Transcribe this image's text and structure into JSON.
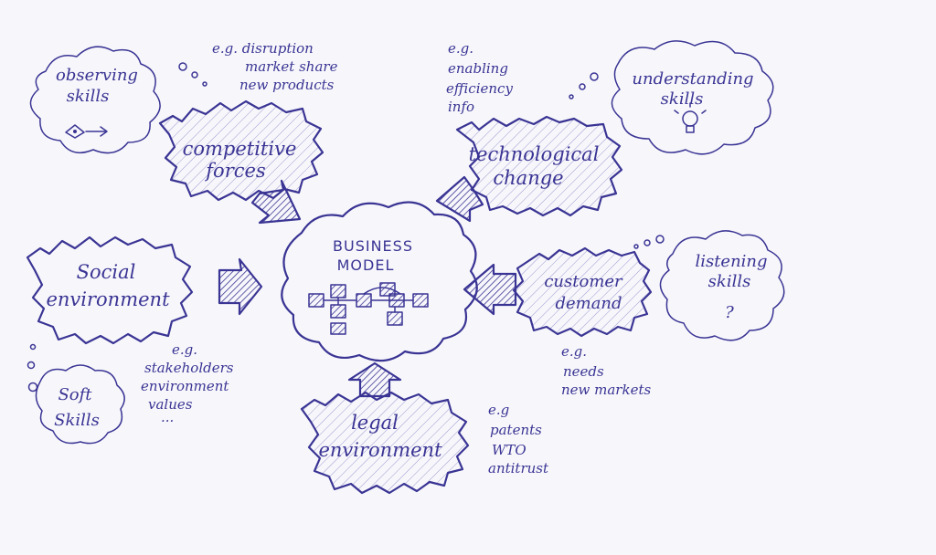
{
  "ink_color": "#3a3494",
  "paper_color": "#f7f7fb",
  "center": {
    "line1": "BUSINESS",
    "line2": "MODEL"
  },
  "forces": {
    "competitive": {
      "line1": "competitive",
      "line2": "forces",
      "examples": [
        "e.g. disruption",
        "market share",
        "new products"
      ]
    },
    "technological": {
      "line1": "technological",
      "line2": "change",
      "examples": [
        "e.g.",
        "enabling",
        "efficiency",
        "info"
      ]
    },
    "social": {
      "line1": "Social",
      "line2": "environment",
      "examples": [
        "e.g.",
        "stakeholders",
        "environment",
        "values",
        "..."
      ]
    },
    "customer": {
      "line1": "customer",
      "line2": "demand",
      "examples": [
        "e.g.",
        "needs",
        "new markets"
      ]
    },
    "legal": {
      "line1": "legal",
      "line2": "environment",
      "examples": [
        "e.g",
        "patents",
        "WTO",
        "antitrust"
      ]
    }
  },
  "skills": {
    "observing": {
      "line1": "observing",
      "line2": "skills",
      "icon": "eye-arrow-icon"
    },
    "understanding": {
      "line1": "understanding",
      "line2": "skills",
      "icon": "lightbulb-icon"
    },
    "listening": {
      "line1": "listening",
      "line2": "skills",
      "symbol": "?"
    },
    "soft": {
      "line1": "Soft",
      "line2": "Skills"
    }
  }
}
